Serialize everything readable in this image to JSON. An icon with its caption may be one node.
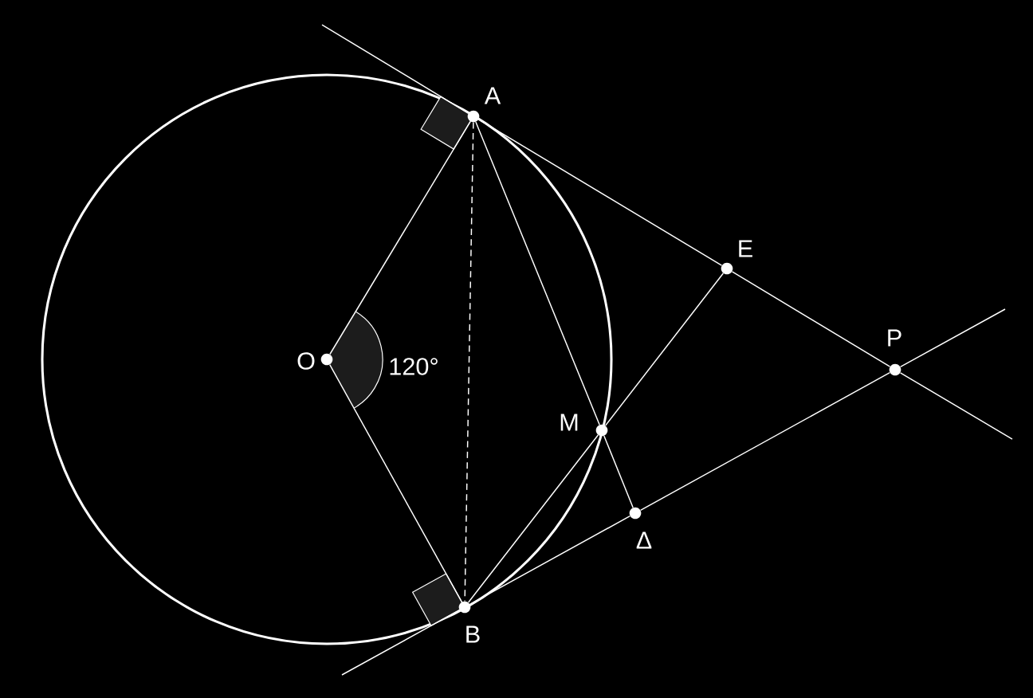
{
  "diagram": {
    "nodes": [
      {
        "text": [
          "A"
        ]
      },
      {
        "text": [
          "E"
        ]
      },
      {
        "text": [
          "O"
        ]
      },
      {
        "text": [
          "P"
        ]
      },
      {
        "text": [
          "M"
        ]
      },
      {
        "text": [
          "Δ"
        ]
      },
      {
        "text": [
          "B"
        ]
      }
    ],
    "edges": [
      {
        "from": 2,
        "to": 0,
        "arrow": "none"
      },
      {
        "from": 2,
        "to": 6,
        "arrow": "none"
      },
      {
        "from": 0,
        "to": 6,
        "arrow": "none",
        "style": "dashed"
      },
      {
        "from": 0,
        "to": 4,
        "arrow": "none"
      },
      {
        "from": 4,
        "to": 5,
        "arrow": "none"
      },
      {
        "from": 6,
        "to": 4,
        "arrow": "none"
      },
      {
        "from": 4,
        "to": 1,
        "arrow": "none"
      },
      {
        "from": 0,
        "to": 1,
        "arrow": "none"
      },
      {
        "from": 1,
        "to": 3,
        "arrow": "none"
      },
      {
        "from": 3,
        "to": null,
        "arrow": "none"
      },
      {
        "from": null,
        "to": 0,
        "arrow": "none"
      },
      {
        "from": 6,
        "to": 5,
        "arrow": "none"
      },
      {
        "from": 5,
        "to": 3,
        "arrow": "none"
      },
      {
        "from": 3,
        "to": null,
        "arrow": "none"
      },
      {
        "from": null,
        "to": 6,
        "arrow": "none"
      }
    ],
    "labels": [
      "120°"
    ]
  }
}
